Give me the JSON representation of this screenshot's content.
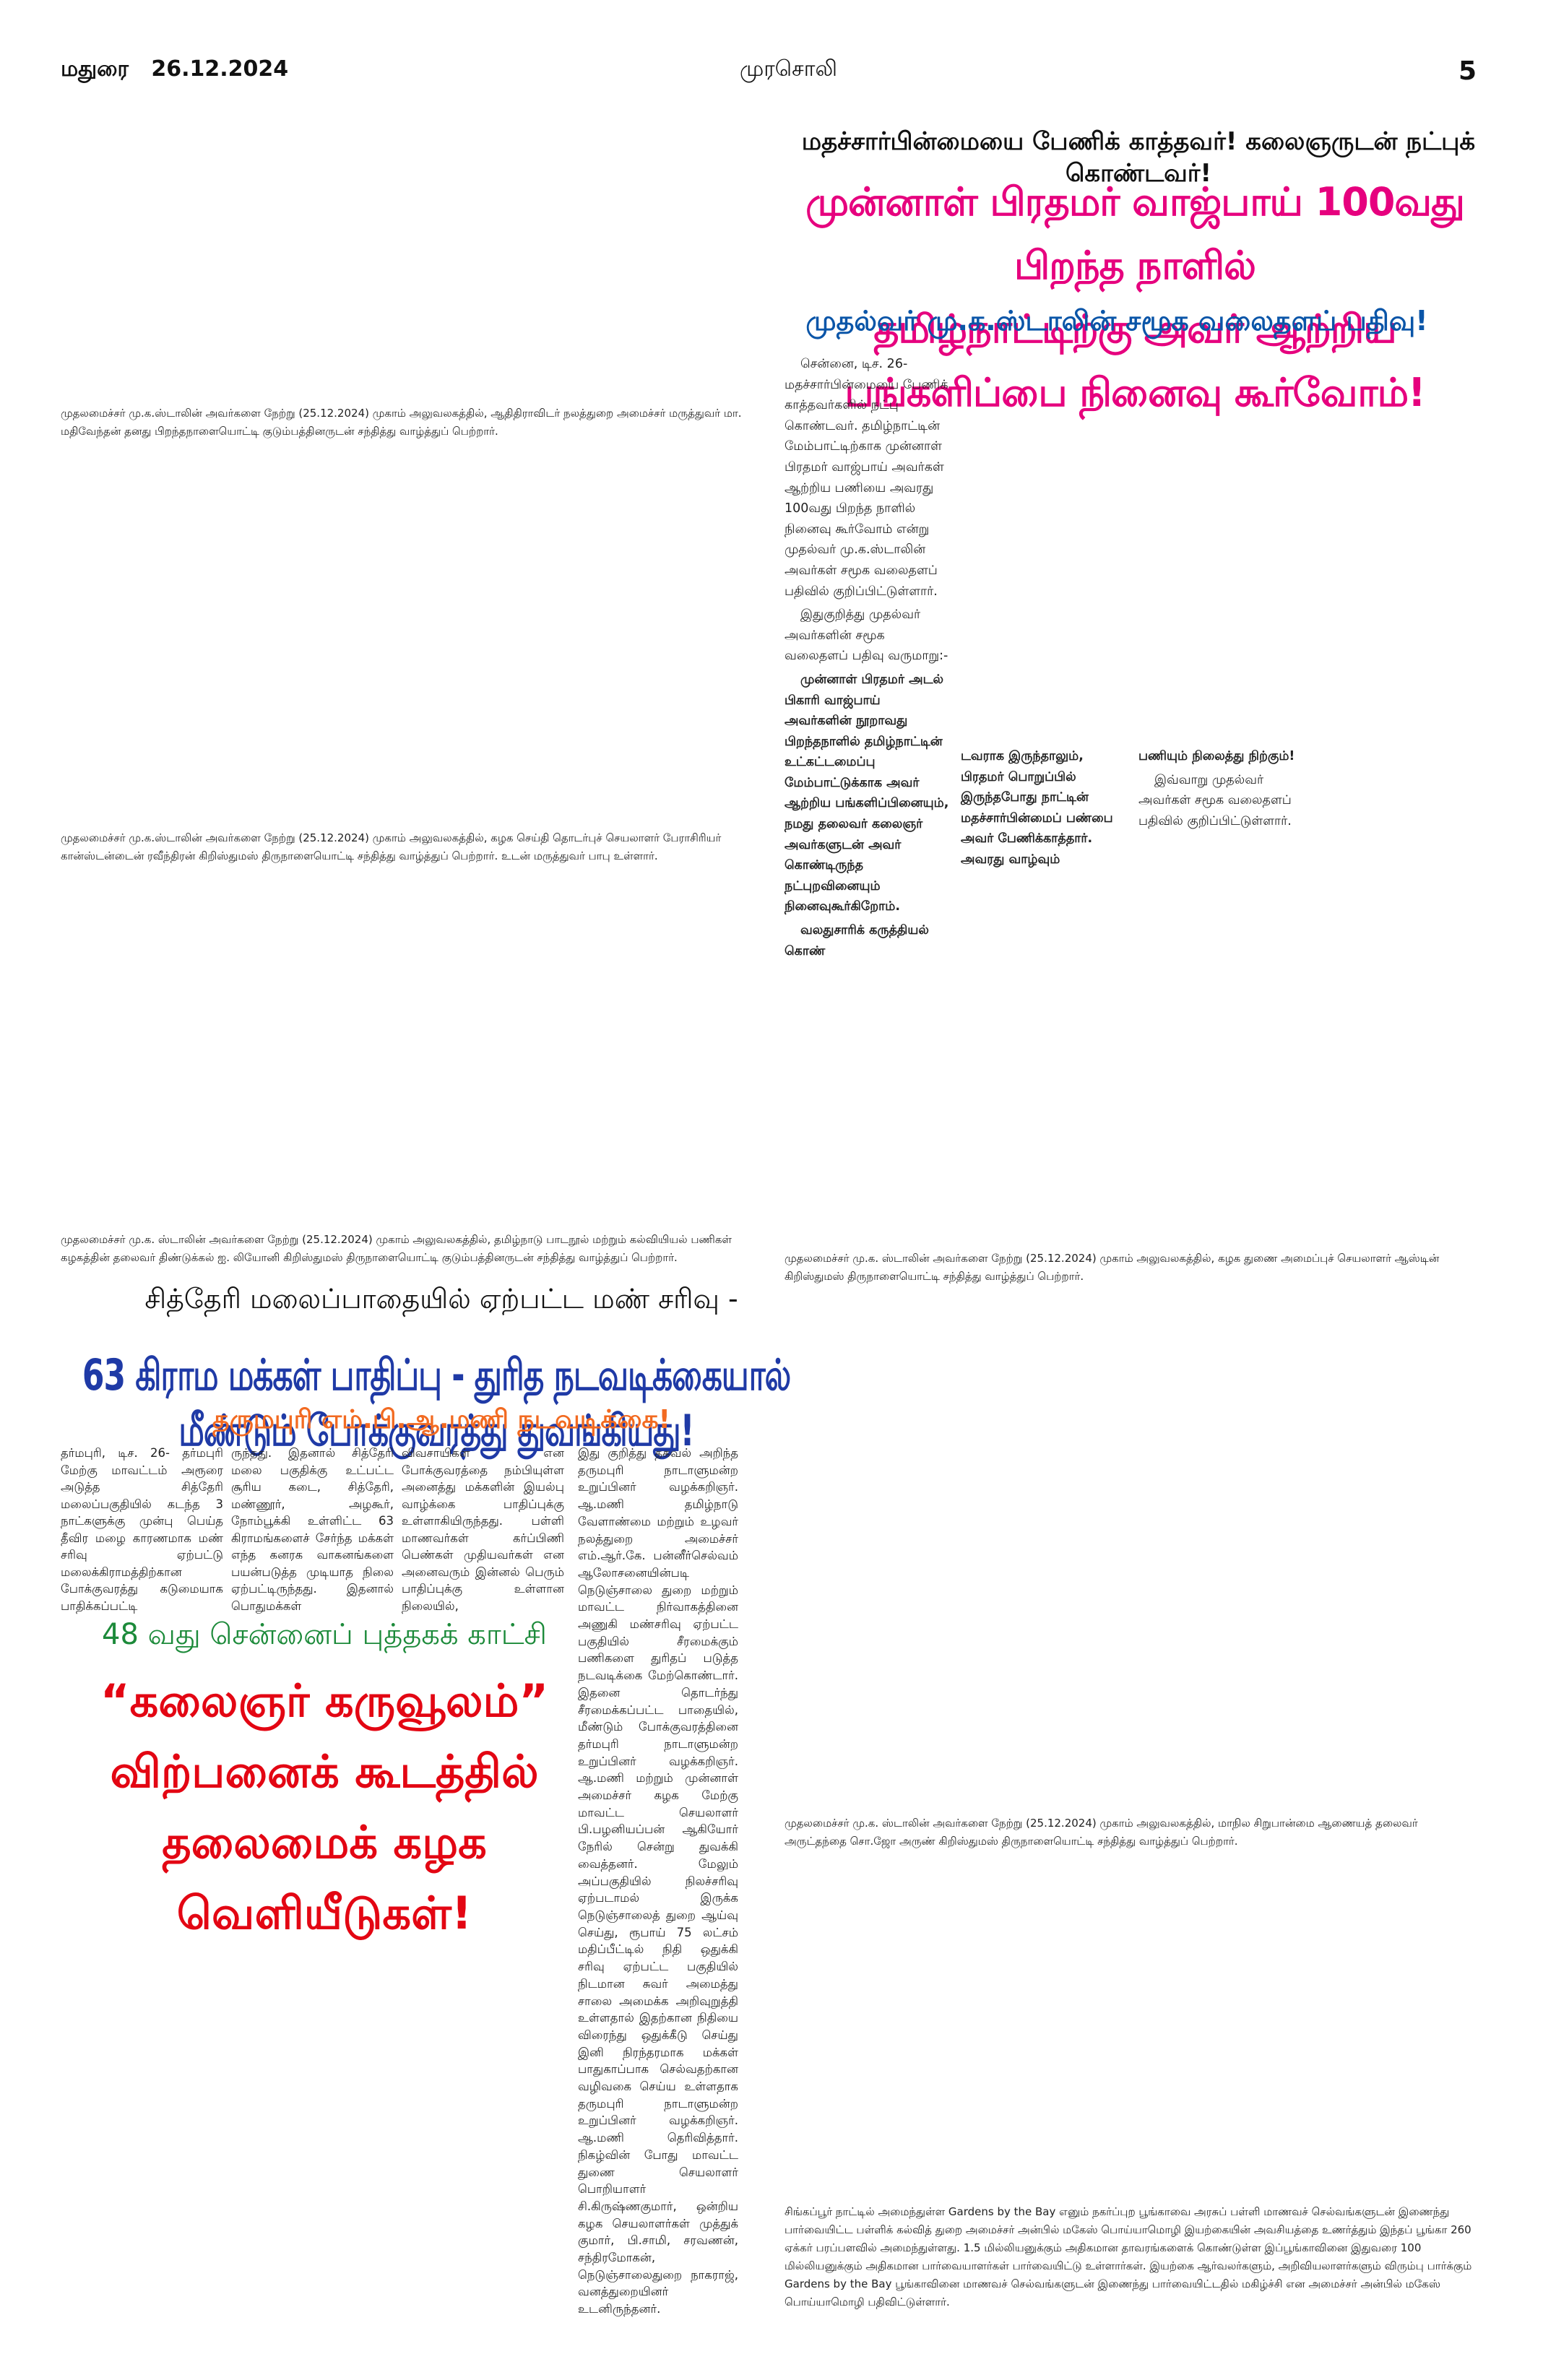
{
  "masthead": {
    "edition": "மதுரை",
    "date": "26.12.2024",
    "paper": "முரசொலி",
    "page_number": "5"
  },
  "captions": {
    "photo1": "முதலமைச்சர் மு.க.ஸ்டாலின் அவர்களை நேற்று (25.12.2024) முகாம் அலுவலகத்தில், ஆதிதிராவிடர் நலத்துறை அமைச்சர் மருத்துவர் மா. மதிவேந்தன் தனது பிறந்தநாளையொட்டி குடும்பத்தினருடன் சந்தித்து வாழ்த்துப் பெற்றார்.",
    "photo2": "முதலமைச்சர் மு.க.ஸ்டாலின் அவர்களை நேற்று (25.12.2024) முகாம் அலுவலகத்தில், கழக செய்தி தொடர்புச் செயலாளர் பேராசிரியர் கான்ஸ்டன்டைன் ரவீந்திரன் கிறிஸ்துமஸ் திருநாளையொட்டி சந்தித்து வாழ்த்துப் பெற்றார். உடன் மருத்துவர் பாபு உள்ளார்.",
    "photo3": "முதலமைச்சர் மு.க. ஸ்டாலின் அவர்களை நேற்று (25.12.2024) முகாம் அலுவலகத்தில், தமிழ்நாடு பாடநூல் மற்றும் கல்வியியல் பணிகள் கழகத்தின் தலைவர் திண்டுக்கல் ஐ. லியோனி கிறிஸ்துமஸ் திருநாளையொட்டி குடும்பத்தினருடன் சந்தித்து வாழ்த்துப் பெற்றார்.",
    "photo4": "முதலமைச்சர் மு.க. ஸ்டாலின் அவர்களை நேற்று (25.12.2024) முகாம் அலுவலகத்தில், கழக துணை அமைப்புச் செயலாளர் ஆஸ்டின் கிறிஸ்துமஸ் திருநாளையொட்டி சந்தித்து வாழ்த்துப் பெற்றார்.",
    "photo5": "முதலமைச்சர் மு.க. ஸ்டாலின் அவர்களை நேற்று (25.12.2024) முகாம் அலுவலகத்தில், மாநில சிறுபான்மை ஆணையத் தலைவர் அருட்தந்தை சொ.ஜோ அருண் கிறிஸ்துமஸ் திருநாளையொட்டி சந்தித்து வாழ்த்துப் பெற்றார்.",
    "photo6": "சிங்கப்பூர் நாட்டில் அமைந்துள்ள Gardens by the Bay எனும் நகர்ப்புற பூங்காவை அரசுப் பள்ளி மாணவச் செல்வங்களுடன் இணைந்து பார்வையிட்ட பள்ளிக் கல்வித் துறை அமைச்சர் அன்பில் மகேஸ் பொய்யாமொழி இயற்கையின் அவசியத்தை உணர்த்தும் இந்தப் பூங்கா 260 ஏக்கர் பரப்பளவில் அமைந்துள்ளது. 1.5 மில்லியனுக்கும் அதிகமான தாவரங்களைக் கொண்டுள்ள இப்பூங்காவினை இதுவரை 100 மில்லியனுக்கும் அதிகமான பார்வையாளர்கள் பார்வையிட்டு உள்ளார்கள். இயற்கை ஆர்வலர்களும், அறிவியலாளர்களும் விரும்பு பார்க்கும் Gardens by the Bay பூங்காவினை மாணவச் செல்வங்களுடன் இணைந்து பார்வையிட்டதில் மகிழ்ச்சி என அமைச்சர் அன்பில் மகேஸ் பொய்யாமொழி பதிவிட்டுள்ளார்."
  },
  "story1": {
    "kicker": "மதச்சார்பின்மையை பேணிக் காத்தவர்! கலைஞருடன் நட்புக் கொண்டவர்!",
    "headline_line1": "முன்னாள் பிரதமர் வாஜ்பாய் 100வது பிறந்த நாளில்",
    "headline_line2": "தமிழ்நாட்டிற்கு அவர் ஆற்றிய பங்களிப்பை நினைவு கூர்வோம்!",
    "subhead": "முதல்வர் மு.க.ஸ்டாலின் சமூக வலைதளப் பதிவு!",
    "col1_p1": "சென்னை, டிச. 26- மதச்சார்பின்மையை பேணிக் காத்தவர்களில் நட்பு கொண்டவர். தமிழ்நாட்டின் மேம்பாட்டிற்காக முன்னாள் பிரதமர் வாஜ்பாய் அவர்கள் ஆற்றிய பணியை அவரது 100வது பிறந்த நாளில் நினைவு கூர்வோம் என்று முதல்வர் மு.க.ஸ்டாலின் அவர்கள் சமூக வலைதளப் பதிவில் குறிப்பிட்டுள்ளார்.",
    "col1_p2": "இதுகுறித்து முதல்வர் அவர்களின் சமூக வலைதளப் பதிவு வருமாறு:-",
    "col1_p3": "முன்னாள் பிரதமர் அடல் பிகாரி வாஜ்பாய் அவர்களின் நூறாவது பிறந்தநாளில் தமிழ்நாட்டின் உட்கட்டமைப்பு மேம்பாட்டுக்காக அவர் ஆற்றிய பங்களிப்பினையும், நமது தலைவர் கலைஞர் அவர்களுடன் அவர் கொண்டிருந்த நட்புறவினையும் நினைவுகூர்கிறோம்.",
    "col1_p4": "வலதுசாரிக் கருத்தியல் கொண்",
    "col2_p1": "டவராக இருந்தாலும், பிரதமர் பொறுப்பில் இருந்தபோது நாட்டின் மதச்சார்பின்மைப் பண்பை அவர் பேணிக்காத்தார். அவரது வாழ்வும்",
    "col3_p1": "பணியும் நிலைத்து நிற்கும்!",
    "col3_p2": "இவ்வாறு முதல்வர் அவர்கள் சமூக வலைதளப் பதிவில் குறிப்பிட்டுள்ளார்."
  },
  "story2": {
    "kicker": "சித்தேரி மலைப்பாதையில் ஏற்பட்ட மண் சரிவு -",
    "headline": "63 கிராம மக்கள் பாதிப்பு - துரித நடவடிக்கையால் மீண்டும் போக்குவரத்து துவங்கியது!",
    "subhead": "தருமபுரி எம்.பி.ஆ.மணி நடவடிக்கை!",
    "col1": "தர்மபுரி, டிச. 26- தர்மபுரி மேற்கு மாவட்டம் அரூரை அடுத்த சித்தேரி மலைப்பகுதியில் கடந்த 3 நாட்களுக்கு முன்பு பெய்த தீவிர மழை காரணமாக மண் சரிவு ஏற்பட்டு மலைக்கிராமத்திற்கான போக்குவரத்து கடுமையாக பாதிக்கப்பட்டி",
    "col2": "ருந்தது. இதனால் சித்தேரி மலை பகுதிக்கு உட்பட்ட சூரிய கடை, சித்தேரி, மண்ணூர், அழகூர், நோம்பூக்கி உள்ளிட்ட 63 கிராமங்களைச் சேர்ந்த மக்கள் எந்த கனரக வாகனங்களை பயன்படுத்த முடியாத நிலை ஏற்பட்டிருந்தது. இதனால் பொதுமக்கள்",
    "col3": "விவசாயிகள் என போக்குவரத்தை நம்பியுள்ள அனைத்து மக்களின் இயல்பு வாழ்க்கை பாதிப்புக்கு உள்ளாகியிருந்தது. பள்ளி மாணவர்கள் கர்ப்பிணி பெண்கள் முதியவர்கள் என அனைவரும் இன்னல் பெரும் பாதிப்புக்கு உள்ளான நிலையில்,",
    "col4": "இது குறித்து தகவல் அறிந்த தருமபுரி நாடாளுமன்ற உறுப்பினர் வழக்கறிஞர். ஆ.மணி தமிழ்நாடு வேளாண்மை மற்றும் உழவர் நலத்துறை அமைச்சர் எம்.ஆர்.கே. பன்னீர்செல்வம் ஆலோசனையின்படி நெடுஞ்சாலை துறை மற்றும் மாவட்ட நிர்வாகத்தினை அணுகி மண்சரிவு ஏற்பட்ட பகுதியில் சீரமைக்கும் பணிகளை துரிதப் படுத்த நடவடிக்கை மேற்கொண்டார். இதனை தொடர்ந்து சீரமைக்கப்பட்ட பாதையில், மீண்டும் போக்குவரத்தினை தர்மபுரி நாடாளுமன்ற உறுப்பினர் வழக்கறிஞர். ஆ.மணி மற்றும் முன்னாள் அமைச்சர் கழக மேற்கு மாவட்ட செயலாளர் பி.பழனியப்பன் ஆகியோர் நேரில் சென்று துவக்கி வைத்தனர். மேலும் அப்பகுதியில் நிலச்சரிவு ஏற்படாமல் இருக்க நெடுஞ்சாலைத் துறை ஆய்வு செய்து, ரூபாய் 75 லட்சம் மதிப்பீட்டில் நிதி ஒதுக்கி சரிவு ஏற்பட்ட பகுதியில் நிடமான சுவர் அமைத்து சாலை அமைக்க அறிவுறுத்தி உள்ளதால் இதற்கான நிதியை விரைந்து ஒதுக்கீடு செய்து இனி நிரந்தரமாக மக்கள் பாதுகாப்பாக செல்வதற்கான வழிவகை செய்ய உள்ளதாக தருமபுரி நாடாளுமன்ற உறுப்பினர் வழக்கறிஞர். ஆ.மணி தெரிவித்தார். நிகழ்வின் போது மாவட்ட துணை செயலாளர் பொறியாளர் சி.கிருஷ்ணகுமார், ஒன்றிய கழக செயலாளர்கள் முத்துக் குமார், பி.சாமி, சரவணன், சந்திரமோகன், நெடுஞ்சாலைதுறை நாகராஜ், வனத்துறையினர் உடனிருந்தனர்."
  },
  "book_fair": {
    "kicker": "48 வது சென்னைப் புத்தகக் காட்சி",
    "line1": "“கலைஞர் கருவூலம்”",
    "line2": "விற்பனைக் கூடத்தில்",
    "line3": "தலைமைக் கழக வெளியீடுகள்!"
  }
}
